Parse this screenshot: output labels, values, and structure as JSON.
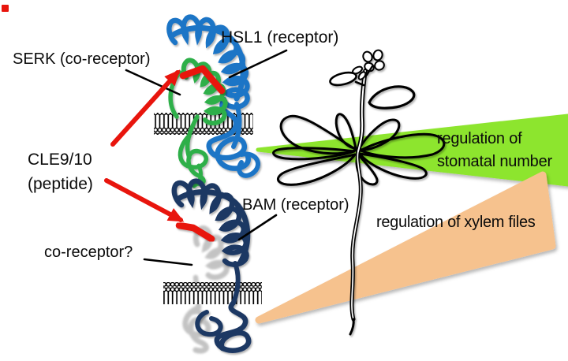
{
  "diagram": {
    "top_complex": {
      "coreceptor_label": "SERK (co-receptor)",
      "receptor_label": "HSL1 (receptor)"
    },
    "ligand": {
      "line1": "CLE9/10",
      "line2": "(peptide)"
    },
    "bottom_complex": {
      "receptor_label": "BAM (receptor)",
      "coreceptor_label": "co-receptor?"
    },
    "outcomes": {
      "stomatal": {
        "line1": "regulation of",
        "line2": "stomatal number"
      },
      "xylem": {
        "label": "regulation of xylem files"
      }
    },
    "colors": {
      "hsl1_receptor": "#1B74C6",
      "serk_coreceptor": "#2FAF4A",
      "bam_receptor": "#1F3864",
      "unknown_coreceptor": "#9C9C9C",
      "cle_peptide": "#E8150D",
      "red_arrow": "#E8150D",
      "stomatal_wedge": "#8DE52E",
      "xylem_wedge": "#F6C28E",
      "plant_line": "#000000",
      "membrane": "#000000",
      "background": "#FFFFFF"
    }
  }
}
